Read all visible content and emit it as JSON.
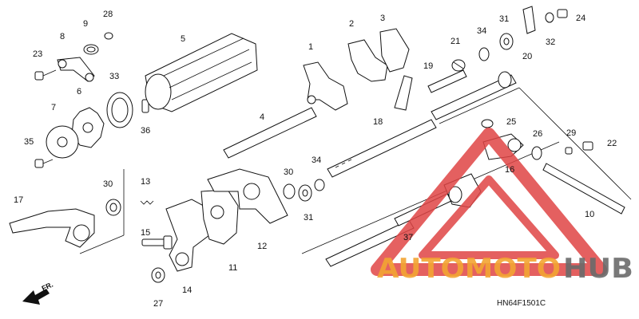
{
  "diagram": {
    "code": "HN64F1501C",
    "front_label": "FR.",
    "watermark": {
      "part1": "AUTOMOTO",
      "part2": "HUB"
    },
    "callouts": {
      "c1": "1",
      "c2": "2",
      "c3": "3",
      "c4": "4",
      "c5": "5",
      "c6": "6",
      "c7": "7",
      "c8": "8",
      "c9": "9",
      "c10": "10",
      "c11": "11",
      "c12": "12",
      "c13": "13",
      "c14": "14",
      "c15": "15",
      "c16": "16",
      "c17": "17",
      "c18": "18",
      "c19": "19",
      "c20": "20",
      "c21": "21",
      "c22": "22",
      "c23": "23",
      "c24": "24",
      "c25": "25",
      "c26": "26",
      "c27": "27",
      "c28": "28",
      "c29": "29",
      "c30a": "30",
      "c30b": "30",
      "c31a": "31",
      "c31b": "31",
      "c32": "32",
      "c33": "33",
      "c34a": "34",
      "c34b": "34",
      "c35": "35",
      "c36": "36",
      "c37": "37"
    },
    "colors": {
      "watermark_orange": "#f3a533",
      "watermark_gray": "#6b6b6b",
      "watermark_red": "#e04545"
    }
  }
}
